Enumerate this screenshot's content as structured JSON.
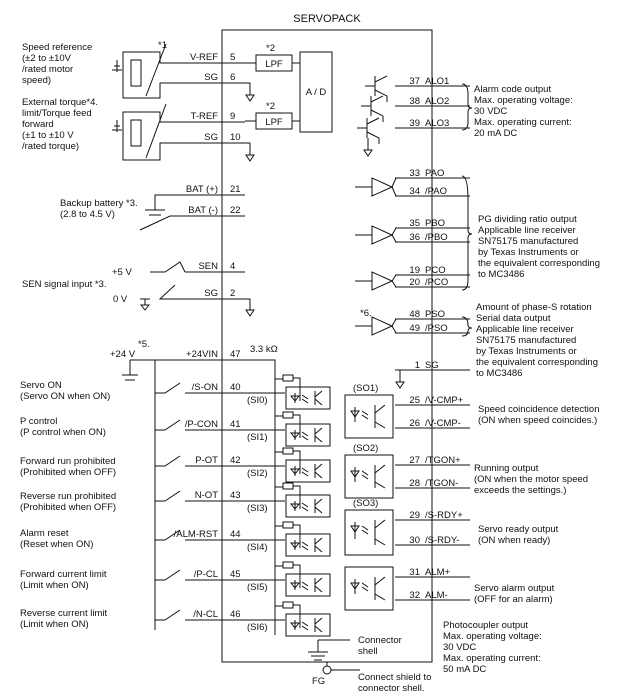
{
  "title": "SERVOPACK",
  "blocks": {
    "lpf1": "LPF",
    "lpf2": "LPF",
    "ad": "A / D",
    "note1": "*1",
    "note2a": "*2",
    "note2b": "*2"
  },
  "left_labels": {
    "speed_ref": [
      "Speed reference",
      "(±2 to ±10V",
      "/rated motor",
      "speed)"
    ],
    "torque": [
      "External torque*4.",
      "limit/Torque feed",
      "forward",
      "(±1 to ±10 V",
      "/rated torque)"
    ],
    "battery": [
      "Backup battery *3.",
      "(2.8 to 4.5 V)"
    ],
    "sen": "SEN signal input *3.",
    "plus5": "+5 V",
    "zero_v": "0 V",
    "plus24": "+24 V",
    "note5": "*5.",
    "inputs": [
      [
        "Servo ON",
        "(Servo ON when ON)"
      ],
      [
        "P control",
        "(P control when ON)"
      ],
      [
        "Forward run prohibited",
        "(Prohibited when OFF)"
      ],
      [
        "Reverse run prohibited",
        "(Prohibited when OFF)"
      ],
      [
        "Alarm reset",
        "(Reset when ON)"
      ],
      [
        "Forward current limit",
        "(Limit when ON)"
      ],
      [
        "Reverse current limit",
        "(Limit when ON)"
      ]
    ]
  },
  "left_pins": [
    {
      "sig": "V-REF",
      "pin": "5"
    },
    {
      "sig": "SG",
      "pin": "6"
    },
    {
      "sig": "T-REF",
      "pin": "9"
    },
    {
      "sig": "SG",
      "pin": "10"
    },
    {
      "sig": "BAT (+)",
      "pin": "21"
    },
    {
      "sig": "BAT (-)",
      "pin": "22"
    },
    {
      "sig": "SEN",
      "pin": "4"
    },
    {
      "sig": "SG",
      "pin": "2"
    },
    {
      "sig": "+24VIN",
      "pin": "47"
    }
  ],
  "input_pins": [
    {
      "sig": "/S-ON",
      "pin": "40",
      "si": "(SI0)"
    },
    {
      "sig": "/P-CON",
      "pin": "41",
      "si": "(SI1)"
    },
    {
      "sig": "P-OT",
      "pin": "42",
      "si": "(SI2)"
    },
    {
      "sig": "N-OT",
      "pin": "43",
      "si": "(SI3)"
    },
    {
      "sig": "/ALM-RST",
      "pin": "44",
      "si": "(SI4)"
    },
    {
      "sig": "/P-CL",
      "pin": "45",
      "si": "(SI5)"
    },
    {
      "sig": "/N-CL",
      "pin": "46",
      "si": "(SI6)"
    }
  ],
  "resistor": "3.3 kΩ",
  "right_pins": [
    {
      "pin": "37",
      "sig": "ALO1"
    },
    {
      "pin": "38",
      "sig": "ALO2"
    },
    {
      "pin": "39",
      "sig": "ALO3"
    },
    {
      "pin": "33",
      "sig": "PAO"
    },
    {
      "pin": "34",
      "sig": "/PAO"
    },
    {
      "pin": "35",
      "sig": "PBO"
    },
    {
      "pin": "36",
      "sig": "/PBO"
    },
    {
      "pin": "19",
      "sig": "PCO"
    },
    {
      "pin": "20",
      "sig": "/PCO"
    },
    {
      "pin": "48",
      "sig": "PSO"
    },
    {
      "pin": "49",
      "sig": "/PSO"
    },
    {
      "pin": "1",
      "sig": "SG"
    },
    {
      "pin": "25",
      "sig": "/V-CMP+"
    },
    {
      "pin": "26",
      "sig": "/V-CMP-"
    },
    {
      "pin": "27",
      "sig": "/TGON+"
    },
    {
      "pin": "28",
      "sig": "/TGON-"
    },
    {
      "pin": "29",
      "sig": "/S-RDY+"
    },
    {
      "pin": "30",
      "sig": "/S-RDY-"
    },
    {
      "pin": "31",
      "sig": "ALM+"
    },
    {
      "pin": "32",
      "sig": "ALM-"
    }
  ],
  "so": [
    "(SO1)",
    "(SO2)",
    "(SO3)"
  ],
  "note6": "*6.",
  "right_labels": {
    "alarm": [
      "Alarm code output",
      "Max. operating voltage:",
      "30 VDC",
      "Max. operating current:",
      "20 mA DC"
    ],
    "pg": [
      "PG dividing ratio output",
      "Applicable line receiver",
      "SN75175 manufactured",
      "by Texas Instruments or",
      "the equivalent corresponding",
      "to MC3486"
    ],
    "pso": [
      "Amount of phase-S rotation",
      "Serial data output",
      "Applicable line receiver",
      "SN75175 manufactured",
      "by Texas Instruments or",
      "the equivalent corresponding",
      "to MC3486"
    ],
    "vcmp": [
      "Speed coincidence detection",
      "(ON when speed coincides.)"
    ],
    "tgon": [
      "Running output",
      "(ON when the motor speed",
      "exceeds the settings.)"
    ],
    "srdy": [
      "Servo ready output",
      "(ON when ready)"
    ],
    "alm": [
      "Servo alarm output",
      "(OFF for an alarm)"
    ],
    "photo": [
      "Photocoupler output",
      "Max. operating voltage:",
      "30 VDC",
      "Max. operating current:",
      "50 mA DC"
    ]
  },
  "bottom": {
    "connector": [
      "Connector",
      "shell"
    ],
    "fg": "FG",
    "shield": [
      "Connect shield to",
      "connector shell."
    ]
  }
}
